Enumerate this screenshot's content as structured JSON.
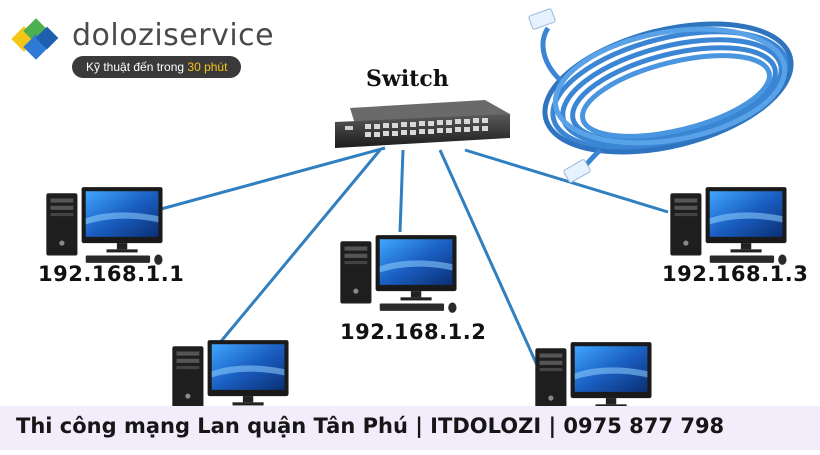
{
  "brand": {
    "name": "doloziservice",
    "tagline_prefix": "Kỹ thuật đến trong ",
    "tagline_highlight": "30 phút",
    "logo_colors": [
      "#2e7bd6",
      "#4caf50",
      "#f5c518"
    ]
  },
  "diagram": {
    "switch_label": "Switch",
    "cable_color": "#3a86d4",
    "link_color": "#2f7fc1",
    "nodes": [
      {
        "id": "pc1",
        "label": "192.168.1.1"
      },
      {
        "id": "pc2",
        "label": "192.168.1.2"
      },
      {
        "id": "pc3",
        "label": "192.168.1.3"
      },
      {
        "id": "pc4",
        "label": ""
      },
      {
        "id": "pc5",
        "label": ""
      }
    ]
  },
  "footer": {
    "text": "Thi công mạng Lan quận Tân Phú | ITDOLOZI | 0975 877 798"
  }
}
